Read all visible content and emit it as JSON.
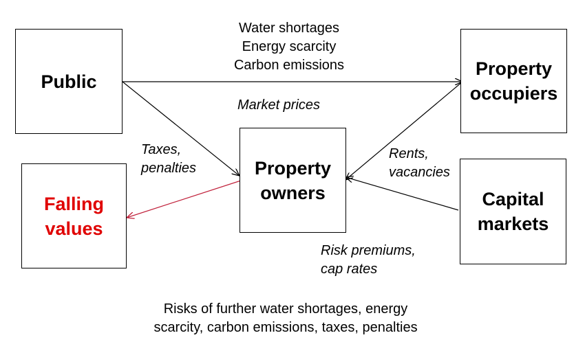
{
  "boxes": {
    "public": {
      "lines": [
        "Public"
      ]
    },
    "occupiers": {
      "lines": [
        "Property",
        "occupiers"
      ]
    },
    "owners": {
      "lines": [
        "Property",
        "owners"
      ]
    },
    "falling": {
      "lines": [
        "Falling",
        "values"
      ],
      "color": "#e00000"
    },
    "capital": {
      "lines": [
        "Capital",
        "markets"
      ]
    }
  },
  "labels": {
    "shortages": [
      "Water shortages",
      "Energy scarcity",
      "Carbon emissions"
    ],
    "market_prices": "Market prices",
    "taxes": [
      "Taxes,",
      "penalties"
    ],
    "rents": [
      "Rents,",
      "vacancies"
    ],
    "risk_premiums": [
      "Risk premiums,",
      "cap rates"
    ],
    "risks": [
      "Risks of further water shortages, energy",
      "scarcity, carbon emissions, taxes, penalties"
    ]
  },
  "colors": {
    "arrow": "#000000",
    "falling_arrow": "#c0203a",
    "falling_text": "#e00000"
  }
}
